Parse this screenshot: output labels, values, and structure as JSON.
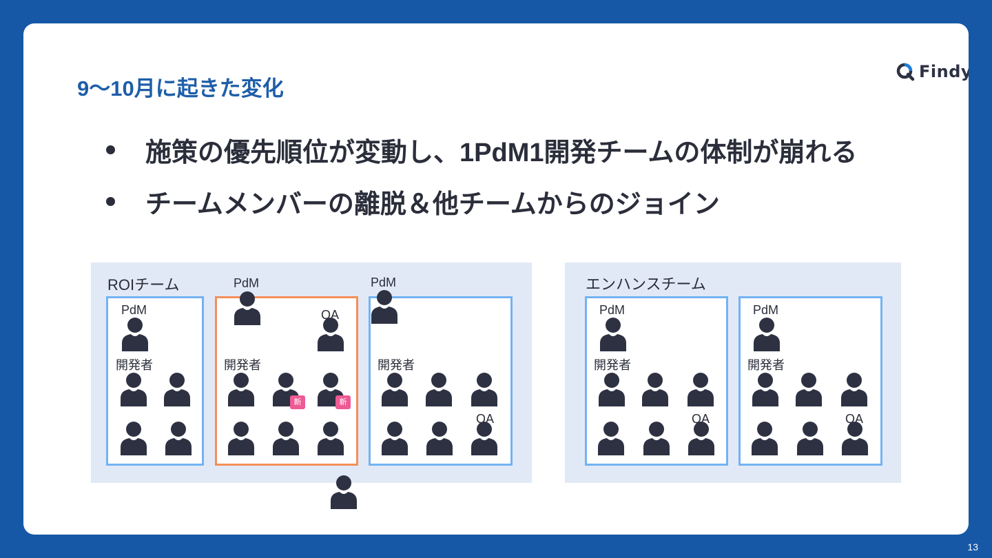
{
  "slide": {
    "title": "9〜10月に起きた変化",
    "page_number": "13",
    "logo": {
      "text": "Findy",
      "icon": "findy-logo-icon",
      "accent_color": "#1b7fe0"
    },
    "bullets": [
      "施策の優先順位が変動し、1PdM1開発チームの体制が崩れる",
      "チームメンバーの離脱＆他チームからのジョイン"
    ]
  },
  "diagram": {
    "roi_team": {
      "label": "ROIチーム",
      "floating_pdm_1": "PdM",
      "floating_pdm_2": "PdM",
      "group_1": {
        "pdm": "PdM",
        "dev": "開発者"
      },
      "group_2": {
        "qa": "QA",
        "dev": "開発者",
        "new_badge": "新"
      },
      "group_3": {
        "dev": "開発者",
        "qa": "QA"
      }
    },
    "enhance_team": {
      "label": "エンハンスチーム",
      "group_1": {
        "pdm": "PdM",
        "dev": "開発者",
        "qa": "QA"
      },
      "group_2": {
        "pdm": "PdM",
        "dev": "開発者",
        "qa": "QA"
      }
    },
    "colors": {
      "team_background": "#e2e9f6",
      "group_border": "#72b3f2",
      "changed_group_border": "#f48f57",
      "person": "#2d3142",
      "new_badge": "#ee5a94"
    }
  }
}
